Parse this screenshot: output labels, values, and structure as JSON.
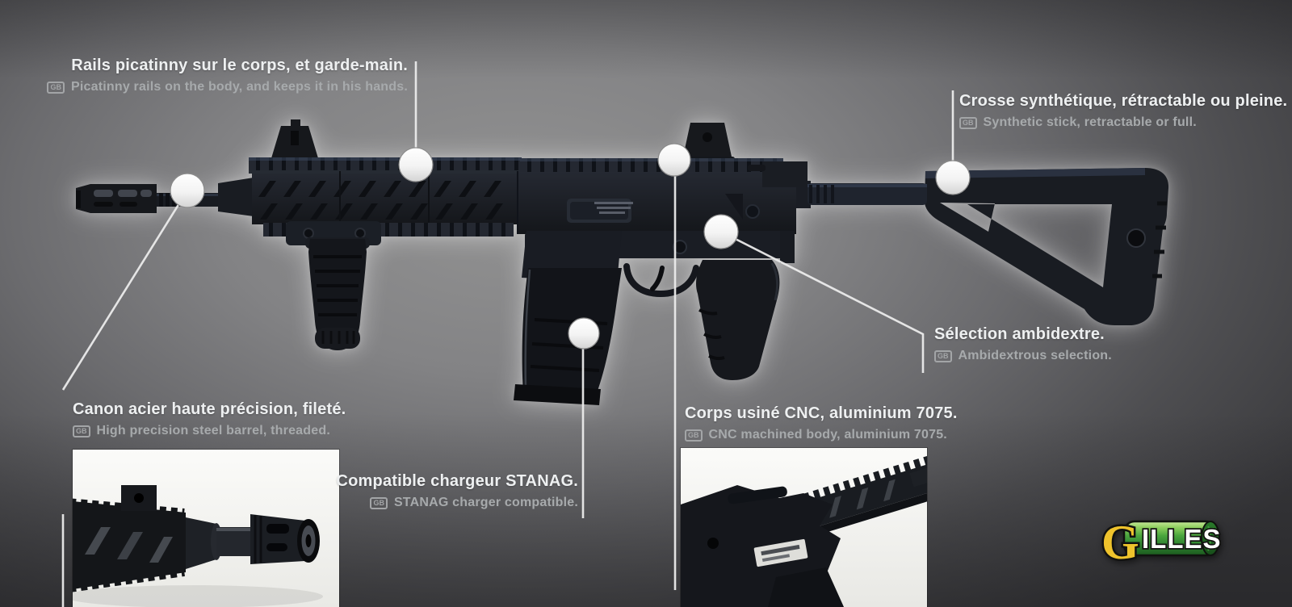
{
  "callouts": [
    {
      "id": "rails",
      "fr": "Rails picatinny sur le corps, et garde-main.",
      "badge": "GB",
      "en": "Picatinny rails on the body, and keeps it in his hands."
    },
    {
      "id": "stock",
      "fr": "Crosse synthétique, rétractable ou pleine.",
      "badge": "GB",
      "en": "Synthetic stick, retractable or full."
    },
    {
      "id": "selector",
      "fr": "Sélection ambidextre.",
      "badge": "GB",
      "en": "Ambidextrous selection."
    },
    {
      "id": "barrel",
      "fr": "Canon acier haute précision, fileté.",
      "badge": "GB",
      "en": "High precision steel barrel, threaded."
    },
    {
      "id": "magazine",
      "fr": "Compatible chargeur STANAG.",
      "badge": "GB",
      "en": "STANAG charger compatible."
    },
    {
      "id": "body",
      "fr": "Corps usiné CNC, aluminium 7075.",
      "badge": "GB",
      "en": "CNC machined body, aluminium 7075."
    }
  ],
  "logo": {
    "g": "G",
    "rest": "ILLES"
  },
  "colors": {
    "background_gray": "#838385",
    "callout_line": "#ebebeb",
    "marker_white": "#ffffff",
    "french_text": "#eef0f1",
    "english_text": "#a7aaac",
    "logo_green": "#4aa63e",
    "logo_yellow": "#efc32c"
  }
}
